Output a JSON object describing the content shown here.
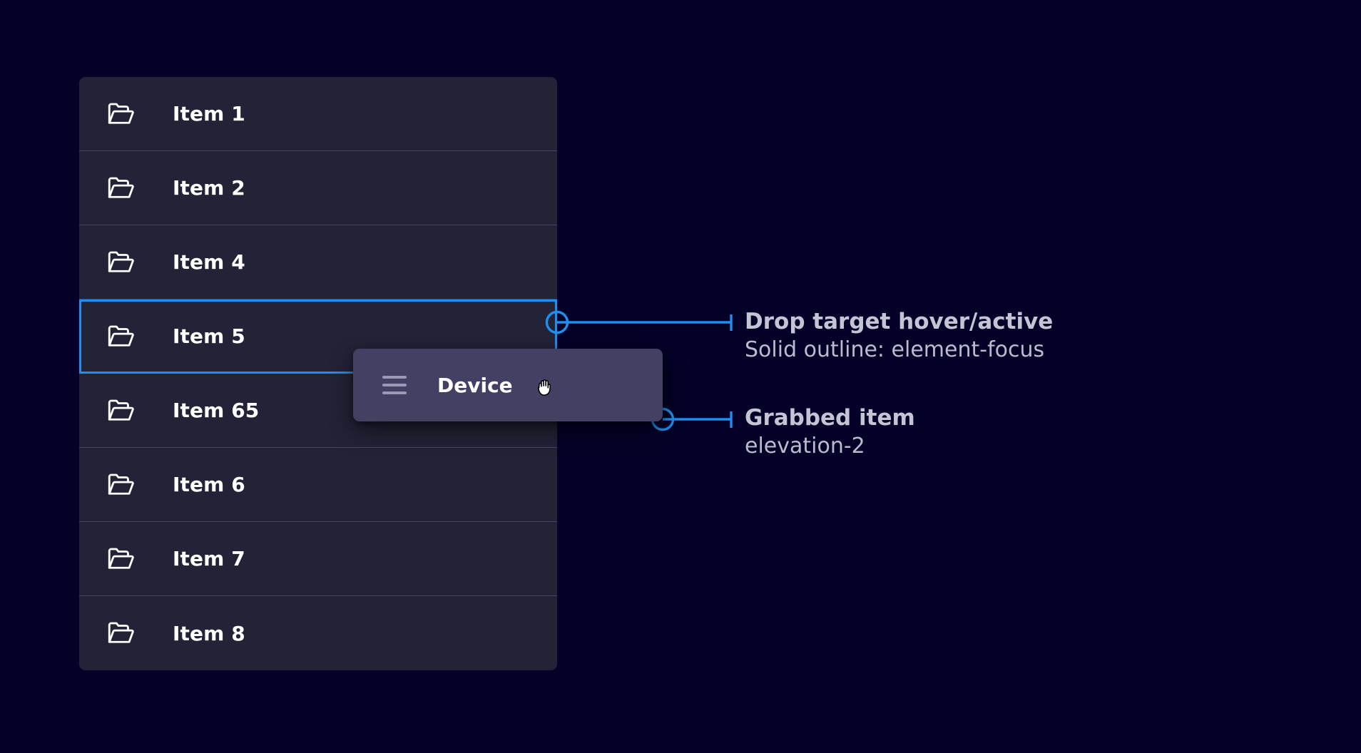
{
  "theme": {
    "page_background": "#040028",
    "list_row_background": "#232338",
    "list_divider": "#45455e",
    "focus_outline": "#1f8fef",
    "grabbed_card_background": "#434063",
    "callout_accent": "#1f8fef",
    "label_color": "#ffffff",
    "annotation_title_color": "#c3c5d4",
    "annotation_sub_color": "#b9bcce"
  },
  "list": {
    "name": "drop-target-list",
    "items": [
      {
        "label": "Item 1",
        "icon": "folder-open-icon",
        "state": "default"
      },
      {
        "label": "Item 2",
        "icon": "folder-open-icon",
        "state": "default"
      },
      {
        "label": "Item 4",
        "icon": "folder-open-icon",
        "state": "default"
      },
      {
        "label": "Item 5",
        "icon": "folder-open-icon",
        "state": "drop-target-hover-active"
      },
      {
        "label": "Item 65",
        "icon": "folder-open-icon",
        "state": "default"
      },
      {
        "label": "Item 6",
        "icon": "folder-open-icon",
        "state": "default"
      },
      {
        "label": "Item 7",
        "icon": "folder-open-icon",
        "state": "default"
      },
      {
        "label": "Item 8",
        "icon": "folder-open-icon",
        "state": "default"
      }
    ]
  },
  "grabbed_card": {
    "label": "Device",
    "handle_icon": "drag-handle-icon",
    "cursor": "grabbing-hand-cursor",
    "elevation": "elevation-2"
  },
  "annotations": [
    {
      "id": "drop-target",
      "title": "Drop target hover/active",
      "subtitle": "Solid outline: element-focus"
    },
    {
      "id": "grabbed",
      "title": "Grabbed item",
      "subtitle": "elevation-2"
    }
  ]
}
